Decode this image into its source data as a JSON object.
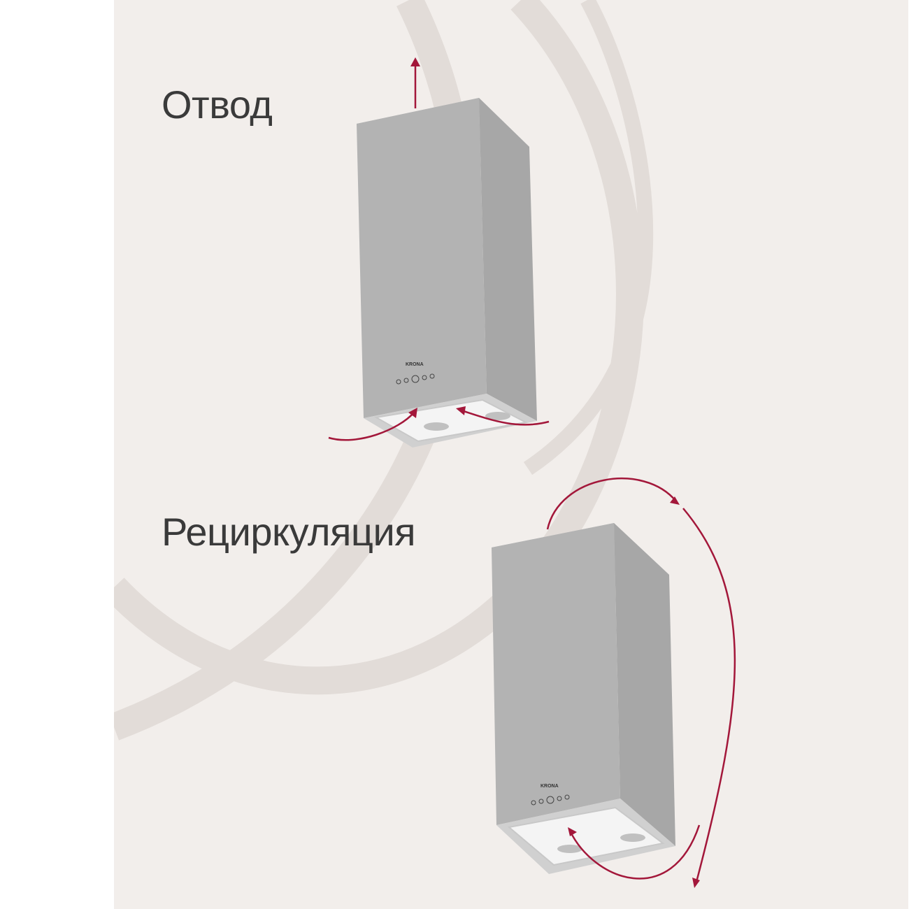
{
  "modes": {
    "exhaust_label": "Отвод",
    "recirculation_label": "Рециркуляция"
  },
  "brand": {
    "logo": "KRONA"
  },
  "colors": {
    "background": "#f2eeeb",
    "swirl": "#e2dcd8",
    "hood_body": "#b3b3b3",
    "hood_side": "#a7a7a7",
    "airflow_arrow": "#a3173a",
    "label_text": "#3a3a3a"
  },
  "icons": [
    "airflow-arrow-icon",
    "control-button-icon"
  ]
}
